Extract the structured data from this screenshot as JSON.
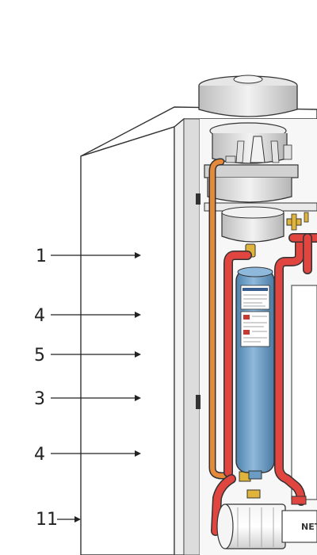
{
  "callouts": [
    {
      "label": "1"
    },
    {
      "label": "4"
    },
    {
      "label": "5"
    },
    {
      "label": "3"
    },
    {
      "label": "4"
    },
    {
      "label": "11"
    }
  ],
  "bottom_component_label": "NET",
  "colors": {
    "pipe_red": "#e0453f",
    "pipe_orange": "#e58a3b",
    "tank_blue": "#6a9cc4",
    "brass": "#e0b43a",
    "outline": "#333333"
  }
}
